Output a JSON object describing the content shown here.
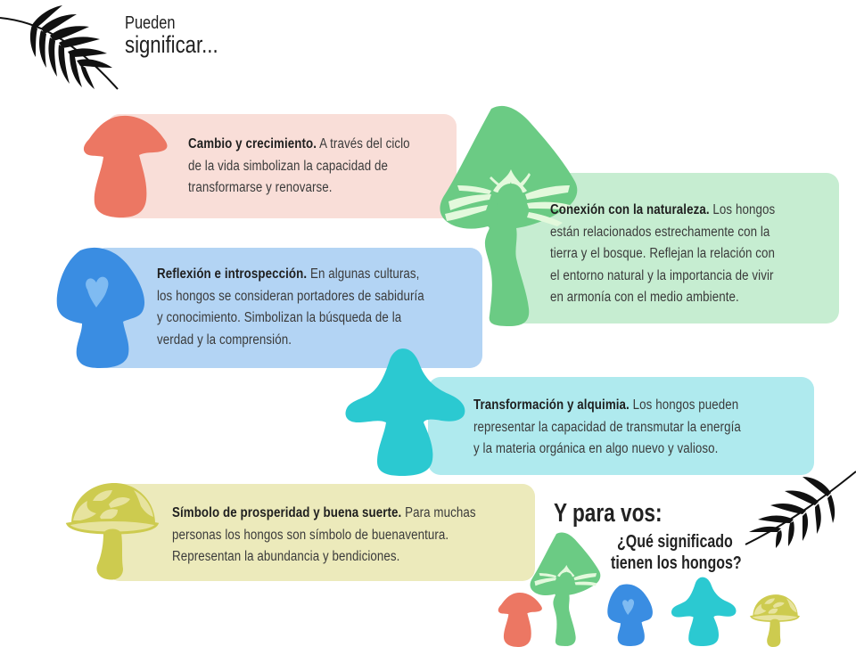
{
  "header": {
    "line1": "Pueden",
    "line2": "significar..."
  },
  "colors": {
    "red": "#EC7763",
    "red_bg": "#F9DED8",
    "green": "#6BCB84",
    "green_light": "#E3F9DC",
    "green_bg": "#C6EDD1",
    "blue": "#3A8DE2",
    "blue_light": "#7FBBF2",
    "blue_bg": "#B3D4F4",
    "cyan": "#2BC9D1",
    "cyan_bg": "#AFEAEE",
    "olive": "#CDCB4F",
    "olive_light": "#E7E39E",
    "olive_bg": "#ECEABB"
  },
  "cards": [
    {
      "title": "Cambio y crecimiento.",
      "lines": [
        "A través del ciclo",
        "de la vida simbolizan la capacidad de",
        "transformarse y renovarse."
      ]
    },
    {
      "title": "Conexión con la naturaleza.",
      "lines": [
        "Los hongos",
        "están relacionados estrechamente con la",
        "tierra y el bosque. Reflejan la relación con",
        "el entorno natural y la importancia de vivir",
        "en armonía con el medio ambiente."
      ]
    },
    {
      "title": "Reflexión e introspección.",
      "lines": [
        "En algunas culturas,",
        "los hongos se consideran portadores de sabiduría",
        "y conocimiento. Simbolizan la búsqueda de la",
        "verdad y la comprensión."
      ]
    },
    {
      "title": "Transformación y alquimia.",
      "lines": [
        "Los hongos pueden",
        "representar la capacidad de transmutar la energía",
        "y la materia orgánica en algo nuevo y valioso."
      ]
    },
    {
      "title": "Símbolo de prosperidad y buena suerte.",
      "lines": [
        "Para muchas",
        "personas los hongos son símbolo de buenaventura.",
        "Representan la abundancia y bendiciones."
      ]
    }
  ],
  "question": {
    "line1": "Y para vos:",
    "line2": "¿Qué significado",
    "line3": "tienen los hongos?"
  },
  "icons": [
    "palm-leaf-icon",
    "red-mushroom-icon",
    "green-mushroom-icon",
    "blue-heart-mushroom-icon",
    "cyan-mushroom-icon",
    "olive-spotted-mushroom-icon"
  ]
}
